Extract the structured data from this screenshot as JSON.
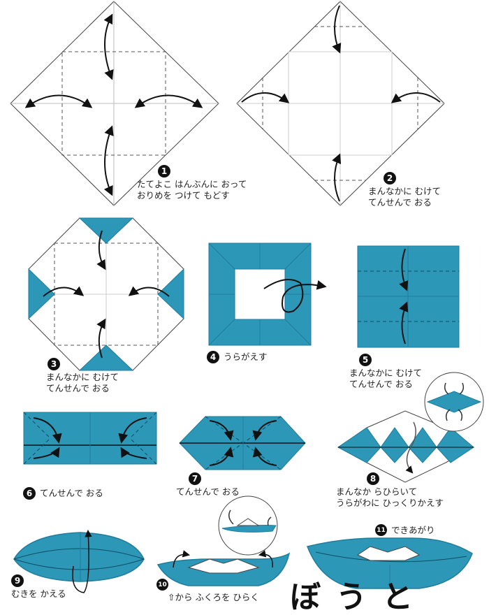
{
  "colors": {
    "paper": "#2d97b8",
    "paper_dark": "#1f7d9c",
    "line": "#222222",
    "white": "#ffffff"
  },
  "steps": [
    {
      "number": "1",
      "lines": [
        "たてよこ はんぶんに おって",
        "おりめを つけて もどす"
      ]
    },
    {
      "number": "2",
      "lines": [
        "まんなかに むけて",
        "てんせんで おる"
      ]
    },
    {
      "number": "3",
      "lines": [
        "まんなかに むけて",
        "てんせんで おる"
      ]
    },
    {
      "number": "4",
      "lines": [
        "うらがえす"
      ]
    },
    {
      "number": "5",
      "lines": [
        "まんなかに むけて",
        "てんせんで おる"
      ]
    },
    {
      "number": "6",
      "lines": [
        "てんせんで おる"
      ]
    },
    {
      "number": "7",
      "lines": [
        "てんせんで おる"
      ]
    },
    {
      "number": "8",
      "lines": [
        "まんなか らひらいて",
        "うらがわに ひっくりかえす"
      ]
    },
    {
      "number": "9",
      "lines": [
        "むきを かえる"
      ]
    },
    {
      "number": "10",
      "lines": [
        "⇧から ふくろを ひらく"
      ]
    },
    {
      "number": "11",
      "lines": [
        "できあがり"
      ]
    }
  ],
  "title": "ぼうと"
}
